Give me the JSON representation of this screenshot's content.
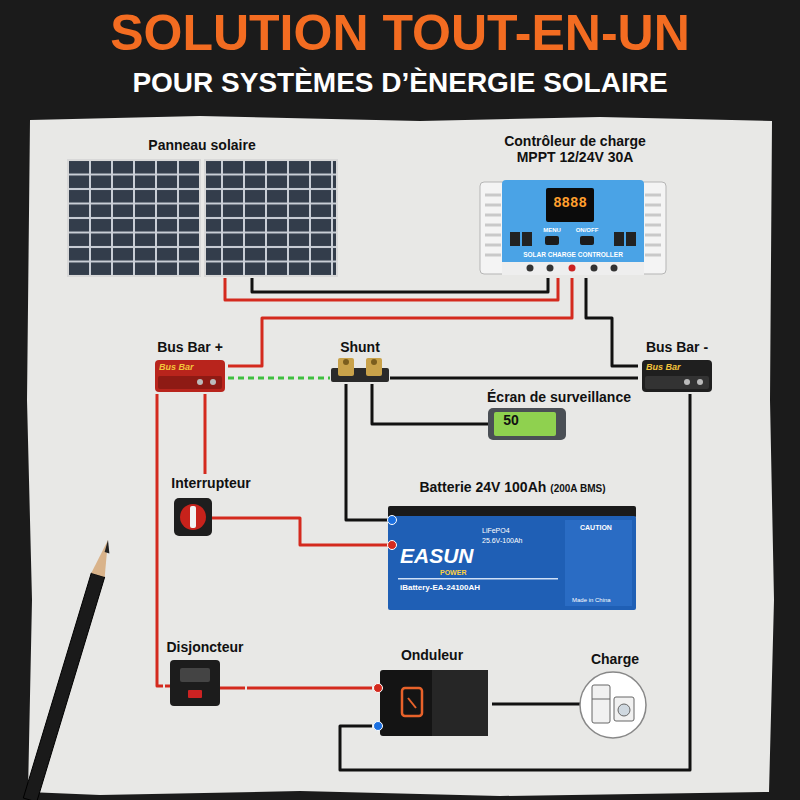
{
  "diagram": {
    "title": "SOLUTION TOUT-EN-UN",
    "nodes": [
      {
        "text": [
          "Panneau solaire"
        ]
      },
      {
        "text": [
          "Contrôleur de charge MPPT 12/24V 30A"
        ]
      },
      {
        "text": [
          "Bus Bar +"
        ]
      },
      {
        "text": [
          "Shunt"
        ]
      },
      {
        "text": [
          "Bus Bar -"
        ]
      },
      {
        "text": [
          "Écran de surveillance"
        ]
      },
      {
        "text": [
          "Interrupteur"
        ]
      },
      {
        "text": [
          "Batterie 24V 100Ah",
          "(200A BMS)"
        ]
      },
      {
        "text": [
          "Disjoncteur"
        ]
      },
      {
        "text": [
          "Onduleur"
        ]
      },
      {
        "text": [
          "Charge"
        ]
      }
    ],
    "edges": [
      {
        "from": 0,
        "to": 1,
        "arrow": "none"
      },
      {
        "from": 0,
        "to": 1,
        "arrow": "none"
      },
      {
        "from": 1,
        "to": 2,
        "arrow": "none"
      },
      {
        "from": 1,
        "to": 4,
        "arrow": "none"
      },
      {
        "from": 2,
        "to": 3,
        "arrow": "none"
      },
      {
        "from": 3,
        "to": 4,
        "arrow": "none"
      },
      {
        "from": 3,
        "to": 5,
        "arrow": "none"
      },
      {
        "from": 3,
        "to": 7,
        "arrow": "none"
      },
      {
        "from": 2,
        "to": 6,
        "arrow": "none"
      },
      {
        "from": 6,
        "to": 7,
        "arrow": "none"
      },
      {
        "from": 2,
        "to": 8,
        "arrow": "none"
      },
      {
        "from": 8,
        "to": 9,
        "arrow": "none"
      },
      {
        "from": 9,
        "to": 4,
        "arrow": "none"
      },
      {
        "from": 9,
        "to": 10,
        "arrow": "none"
      }
    ],
    "labels": [
      "POUR SYSTÈMES D’ÈNERGIE SOLAIRE",
      "Bus Bar",
      "Bus Bar",
      "SOLAR CHARGE CONTROLLER",
      "MENU",
      "ON/OFF",
      "8888",
      "50",
      "EASUN",
      "POWER",
      "LiFePO4",
      "25.6V-100Ah",
      "iBattery-EA-24100AH",
      "CAUTION",
      "Made in China"
    ]
  }
}
